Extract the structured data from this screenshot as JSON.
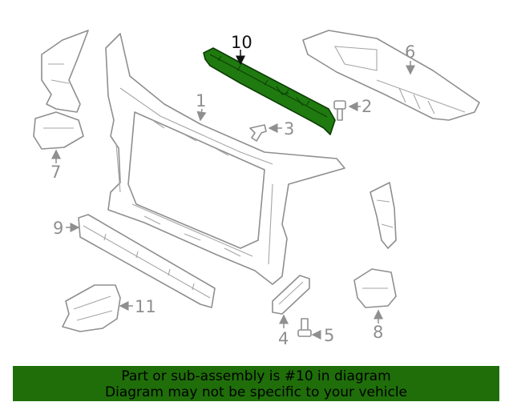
{
  "diagram": {
    "highlight_color": "#1f7a0f",
    "callouts": [
      "1",
      "2",
      "3",
      "4",
      "5",
      "6",
      "7",
      "8",
      "9",
      "10",
      "11"
    ],
    "highlighted_part": "10"
  },
  "banner": {
    "background": "#1f6e0a",
    "line1": "Part or sub-assembly is #10 in diagram",
    "line2": "Diagram may not be specific to your vehicle"
  }
}
